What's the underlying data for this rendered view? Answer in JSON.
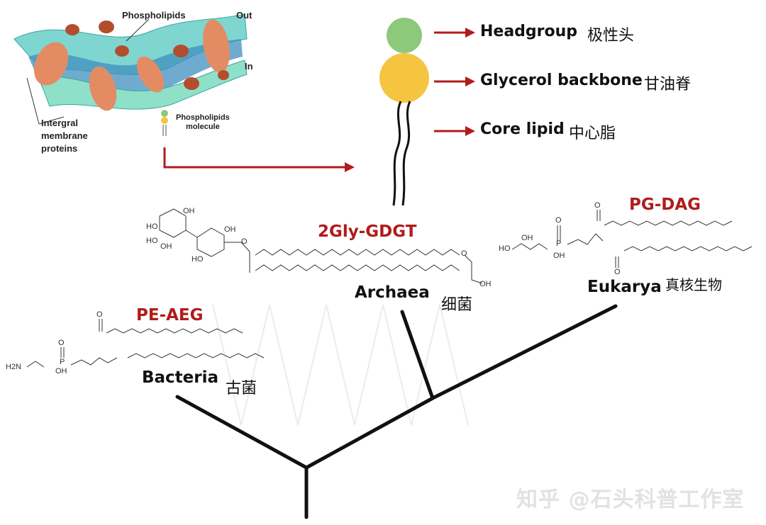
{
  "membrane": {
    "phospholipids_label": "Phospholipids",
    "out_label": "Out",
    "in_label": "In",
    "proteins_label_lines": [
      "Intergral",
      "membrane",
      "proteins"
    ],
    "molecule_label_lines": [
      "Phospholipids",
      "molecule"
    ]
  },
  "lipid_parts": [
    {
      "en": "Headgroup",
      "cn": "极性头",
      "color": "#8cc97a"
    },
    {
      "en": "Glycerol backbone",
      "cn": "甘油脊",
      "color": "#f5c542"
    },
    {
      "en": "Core lipid",
      "cn": "中心脂"
    }
  ],
  "domains": {
    "archaea": {
      "molecule": "2Gly-GDGT",
      "name": "Archaea",
      "cn": "细菌"
    },
    "eukarya": {
      "molecule": "PG-DAG",
      "name": "Eukarya",
      "cn": "真核生物"
    },
    "bacteria": {
      "molecule": "PE-AEG",
      "name": "Bacteria",
      "cn": "古菌"
    }
  },
  "chem_labels": {
    "oh": "OH",
    "ho": "HO",
    "o": "O",
    "p": "P",
    "h2n": "H2N"
  },
  "colors": {
    "arrow": "#b01c1c",
    "molecule_label": "#b01c1c",
    "tree": "#111111"
  },
  "watermark": "知乎 @石头科普工作室"
}
